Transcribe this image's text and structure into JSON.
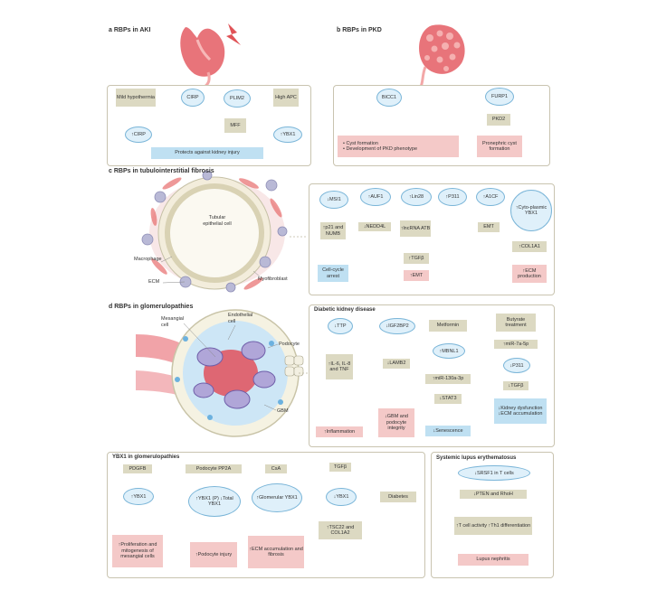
{
  "panel_a": {
    "title": "a  RBPs in AKI",
    "mild_hypothermia": "Mild hypothermia",
    "cirp_inhibited": "CIRP",
    "cirp_up": "↑CIRP",
    "plim2": "PLIM2",
    "high_apc": "High APC",
    "mff": "MFF",
    "ybx1_up": "↑YBX1",
    "outcome": "Protects against kidney injury"
  },
  "panel_b": {
    "title": "b  RBPs in PKD",
    "bicc1": "BICC1",
    "furp1": "FURP1",
    "pkd2": "PKD2",
    "outcome_1": "• Cyst formation",
    "outcome_2": "• Development of PKD phenotype",
    "outcome_3": "Pronephric cyst formation"
  },
  "panel_c": {
    "title": "c  RBPs in tubulointerstitial fibrosis",
    "cell_label": "Tubular epithelial cell",
    "macrophage": "Macrophage",
    "ecm": "ECM",
    "myofibroblast": "Myofibroblast",
    "msi1": "↓MSI1",
    "p21_numb": "↑p21 and NUMB",
    "cell_cycle_arrest": "Cell-cycle arrest",
    "auf1": "↑AUF1",
    "nedd4l": "↓NEDD4L",
    "lin28": "↑Lin28",
    "lncrna_atb": "↑lncRNA ATB",
    "p311": "↑P311",
    "tgfb": "↑TGFβ",
    "emt_up": "↑EMT",
    "a1cf": "↑A1CF",
    "emt": "EMT",
    "cyto_ybx1": "↑Cyto-plasmic YBX1",
    "col1a1": "↑COL1A1",
    "ecm_production": "↑ECM production"
  },
  "panel_d": {
    "title": "d  RBPs in glomerulopathies",
    "mesangial_cell": "Mesangial cell",
    "endothelial_cell": "Endothelial cell",
    "podocyte": "Podocyte",
    "gbm": "GBM",
    "dkd_title": "Diabetic kidney disease",
    "ttp": "↓TTP",
    "il6": "↑IL-6, IL-8 and TNF",
    "inflammation": "↑Inflammation",
    "igf2bp2": "↓IGF2BP2",
    "lamb2": "↓LAMB2",
    "gbm_integrity": "↓GBM and podocyte integrity",
    "metformin": "Metformin",
    "mbnl1": "↑MBNL1",
    "mir130": "↑miR-130a-3p",
    "stat3": "↓STAT3",
    "senescence": "↓Senescence",
    "butyrate": "Butyrate treatment",
    "mir7a": "↑miR-7a-5p",
    "p311_down": "↓P311",
    "tgfb_down": "↓TGFβ",
    "kidney_dys": "↓Kidney dysfunction ↓ECM accumulation",
    "ybx1_title": "YBX1 in glomerulopathies",
    "pdgfb": "PDGFB",
    "ybx1_up": "↑YBX1",
    "prolif": "↑Proliferation and mitogenesis of mesangial cells",
    "podocyte_pp2a": "Podocyte PP2A",
    "ybx1_p": "↑YBX1 (P) ↓Total YBX1",
    "podocyte_injury": "↑Podocyte injury",
    "csa": "CsA",
    "glom_ybx1": "↑Glomerular YBX1",
    "ecm_fibrosis": "↑ECM accumulation and fibrosis",
    "tgfb_plain": "TGFβ",
    "ybx1_down": "↓YBX1",
    "diabetes": "Diabetes",
    "tsc22": "↑TSC22 and COL1A2",
    "sle_title": "Systemic lupus erythematosus",
    "srsf1": "↓SRSF1 in T cells",
    "pten": "↓PTEN and RhoH",
    "tcell": "↑T cell activity ↑Th1 differentiation",
    "lupus": "Lupus nephritis"
  },
  "colors": {
    "tan": "#dcd9c2",
    "pink": "#f4c9c8",
    "blue": "#bfe0f2",
    "oval_fill": "#dff0fa",
    "frame": "#c9c4b0",
    "kidney": "#e8747a"
  }
}
